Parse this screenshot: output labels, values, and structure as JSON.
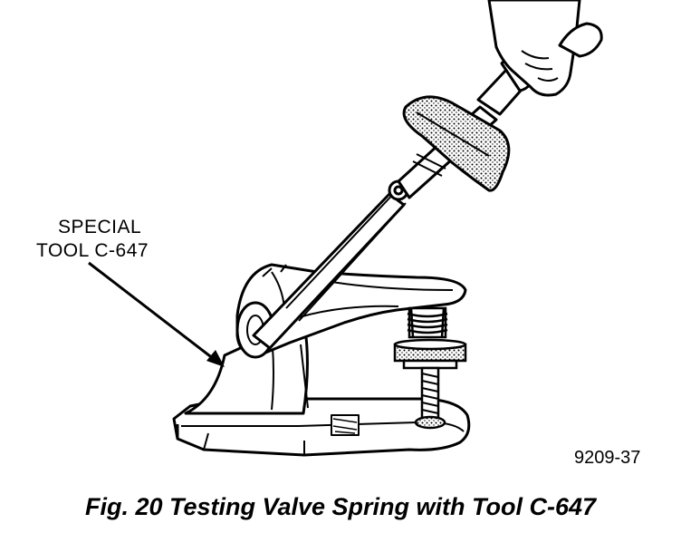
{
  "callout": {
    "line1": "SPECIAL",
    "line2": "TOOL C-647"
  },
  "figure_id": "9209-37",
  "caption": "Fig. 20 Testing Valve Spring with Tool C-647",
  "colors": {
    "ink": "#000000",
    "paper": "#ffffff"
  }
}
